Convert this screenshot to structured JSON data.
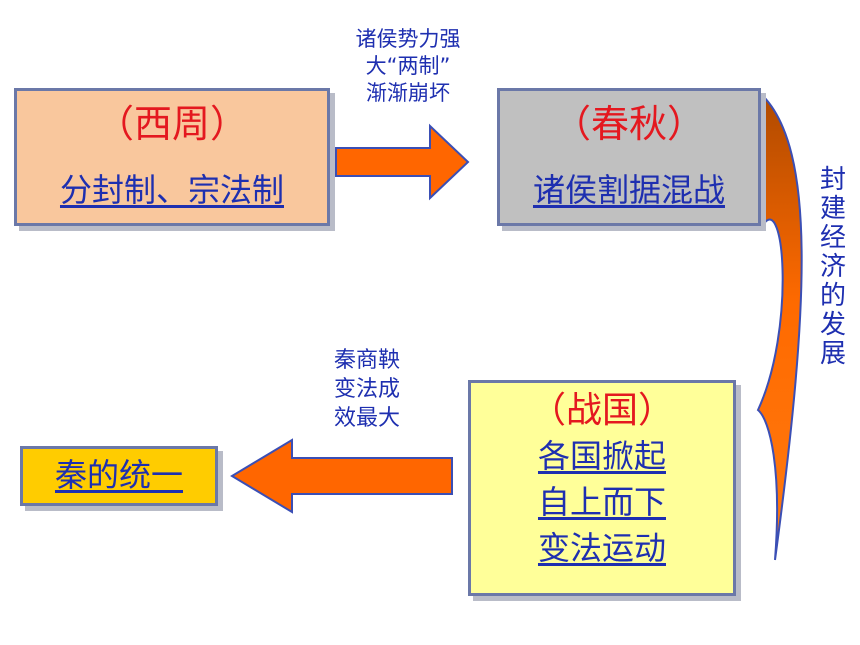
{
  "boxes": {
    "xizhou": {
      "title": "（西周）",
      "line": "分封制、宗法制"
    },
    "chunqiu": {
      "title": "（春秋）",
      "line": "诸侯割据混战"
    },
    "zhanguo": {
      "title": "（战国）",
      "lines": [
        "各国掀起",
        "自上而下",
        "变法运动"
      ]
    },
    "qin": {
      "line": "秦的统一"
    }
  },
  "notes": {
    "top": [
      "诸侯势力强",
      "大“两制”",
      "渐渐崩坏"
    ],
    "left": [
      "秦商鞅",
      "变法成",
      "效最大"
    ]
  },
  "side_label": [
    "封",
    "建",
    "经",
    "济",
    "的",
    "发",
    "展"
  ],
  "colors": {
    "arrow_fill": "#ff6600",
    "arrow_border": "#3b4fb5",
    "curve_dark": "#c85a00"
  }
}
